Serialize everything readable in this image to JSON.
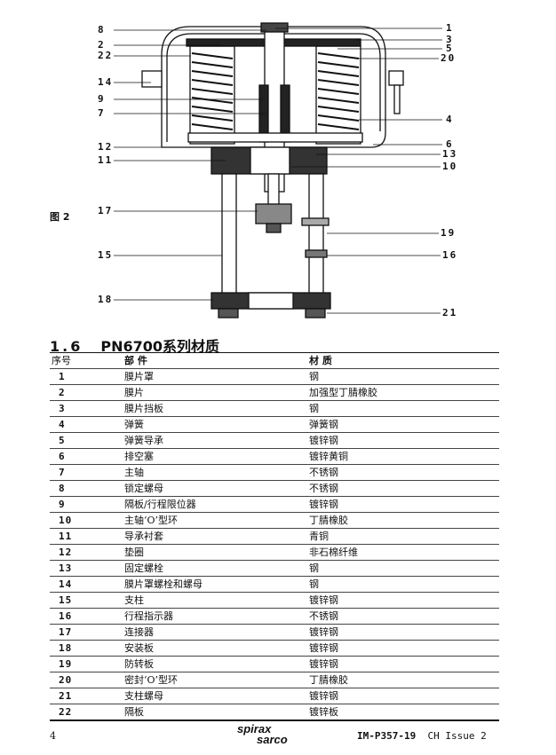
{
  "figure": {
    "label": "图 2",
    "callouts_left": [
      "8",
      "2",
      "22",
      "14",
      "9",
      "7",
      "12",
      "11",
      "17",
      "15",
      "18"
    ],
    "callouts_right": [
      "1",
      "3",
      "5",
      "20",
      "4",
      "6",
      "13",
      "10",
      "19",
      "16",
      "21"
    ]
  },
  "section": {
    "number": "1.6",
    "title": "PN6700系列材质"
  },
  "table": {
    "headers": {
      "no": "序号",
      "part": "部 件",
      "material": "材 质"
    },
    "rows": [
      {
        "no": "1",
        "part": "膜片罩",
        "material": "钢"
      },
      {
        "no": "2",
        "part": "膜片",
        "material": "加强型丁腈橡胶"
      },
      {
        "no": "3",
        "part": "膜片挡板",
        "material": "钢"
      },
      {
        "no": "4",
        "part": "弹簧",
        "material": "弹簧钢"
      },
      {
        "no": "5",
        "part": "弹簧导承",
        "material": "镀锌钢"
      },
      {
        "no": "6",
        "part": "排空塞",
        "material": "镀锌黄铜"
      },
      {
        "no": "7",
        "part": "主轴",
        "material": "不锈钢"
      },
      {
        "no": "8",
        "part": "锁定螺母",
        "material": "不锈钢"
      },
      {
        "no": "9",
        "part": "隔板/行程限位器",
        "material": "镀锌钢"
      },
      {
        "no": "10",
        "part": "主轴‘O’型环",
        "material": "丁腈橡胶"
      },
      {
        "no": "11",
        "part": "导承衬套",
        "material": "青铜"
      },
      {
        "no": "12",
        "part": "垫圈",
        "material": "非石棉纤维"
      },
      {
        "no": "13",
        "part": "固定螺栓",
        "material": "钢"
      },
      {
        "no": "14",
        "part": "膜片罩螺栓和螺母",
        "material": "钢"
      },
      {
        "no": "15",
        "part": "支柱",
        "material": "镀锌钢"
      },
      {
        "no": "16",
        "part": "行程指示器",
        "material": "不锈钢"
      },
      {
        "no": "17",
        "part": "连接器",
        "material": "镀锌钢"
      },
      {
        "no": "18",
        "part": "安装板",
        "material": "镀锌钢"
      },
      {
        "no": "19",
        "part": "防转板",
        "material": "镀锌钢"
      },
      {
        "no": "20",
        "part": "密封‘O’型环",
        "material": "丁腈橡胶"
      },
      {
        "no": "21",
        "part": "支柱螺母",
        "material": "镀锌钢"
      },
      {
        "no": "22",
        "part": "隔板",
        "material": "镀锌板"
      }
    ]
  },
  "footer": {
    "page": "4",
    "logo_top": "spirax",
    "logo_bottom": "sarco",
    "doc_id": "IM-P357-19",
    "issue": "CH Issue 2"
  }
}
